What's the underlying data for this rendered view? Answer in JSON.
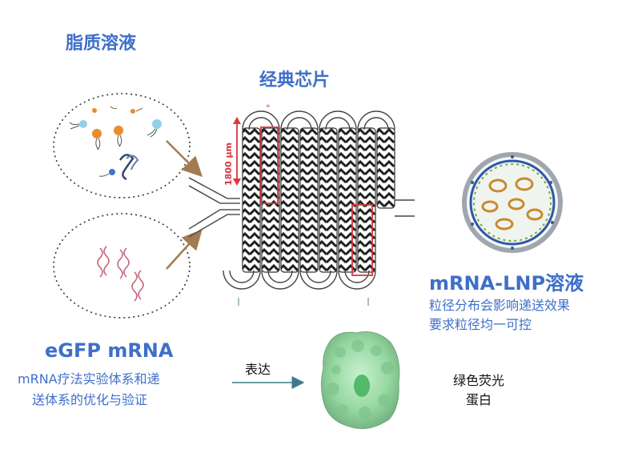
{
  "labels": {
    "lipid_solution": "脂质溶液",
    "classic_chip": "经典芯片",
    "scale_length": "1800 μm",
    "lnp_title": "mRNA-LNP溶液",
    "lnp_desc_1": "粒径分布会影响递送效果",
    "lnp_desc_2": "要求粒径均一可控",
    "egfp_title": "eGFP mRNA",
    "egfp_desc_1": "mRNA疗法实验体系和递",
    "egfp_desc_2": "送体系的优化与验证",
    "express": "表达",
    "protein_1": "绿色荧光",
    "protein_2": "蛋白"
  },
  "colors": {
    "accent_blue": "#3f6fc8",
    "arrow_brown": "#a47a52",
    "highlight_red": "#d9363e",
    "channel_dark": "#2b2b2b",
    "protein_green": "#8fd39a",
    "express_arrow": "#3b7a8a"
  }
}
